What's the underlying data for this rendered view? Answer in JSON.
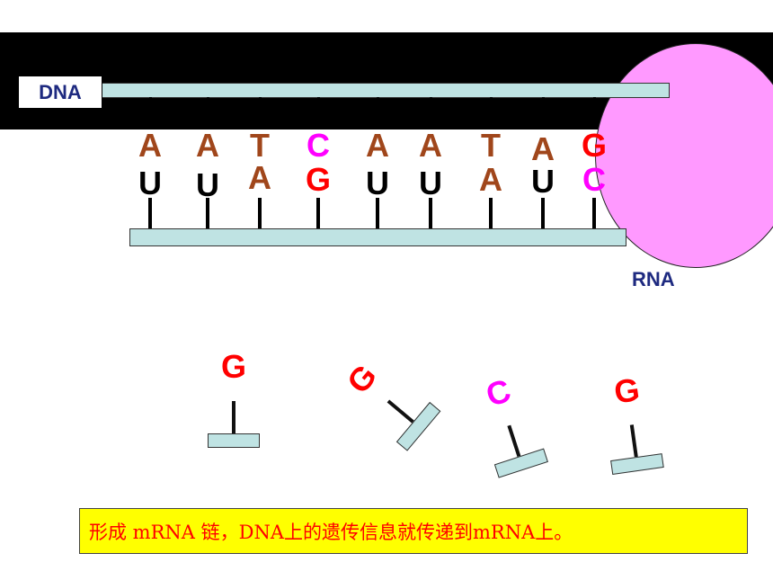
{
  "labels": {
    "dna": "DNA",
    "rna": "RNA"
  },
  "dna_bases": [
    "A",
    "A",
    "T",
    "C",
    "A",
    "A",
    "T",
    "A",
    "G"
  ],
  "rna_bases": [
    "U",
    "U",
    "A",
    "G",
    "U",
    "U",
    "A",
    "U",
    "C"
  ],
  "free_nucleotides": [
    "G",
    "G",
    "C",
    "G"
  ],
  "caption": "形成 mRNA 链，DNA上的遗传信息就传递到mRNA上。",
  "colors": {
    "A": "#a0461b",
    "T": "#a0461b",
    "U": "#000000",
    "G": "#ff0000",
    "C": "#ff00ff",
    "strand_fill": "#bfe3e3",
    "rna_blob": "#ff99ff",
    "label_text": "#1e2a80",
    "caption_bg": "#ffff00",
    "caption_text": "#ff0000"
  }
}
